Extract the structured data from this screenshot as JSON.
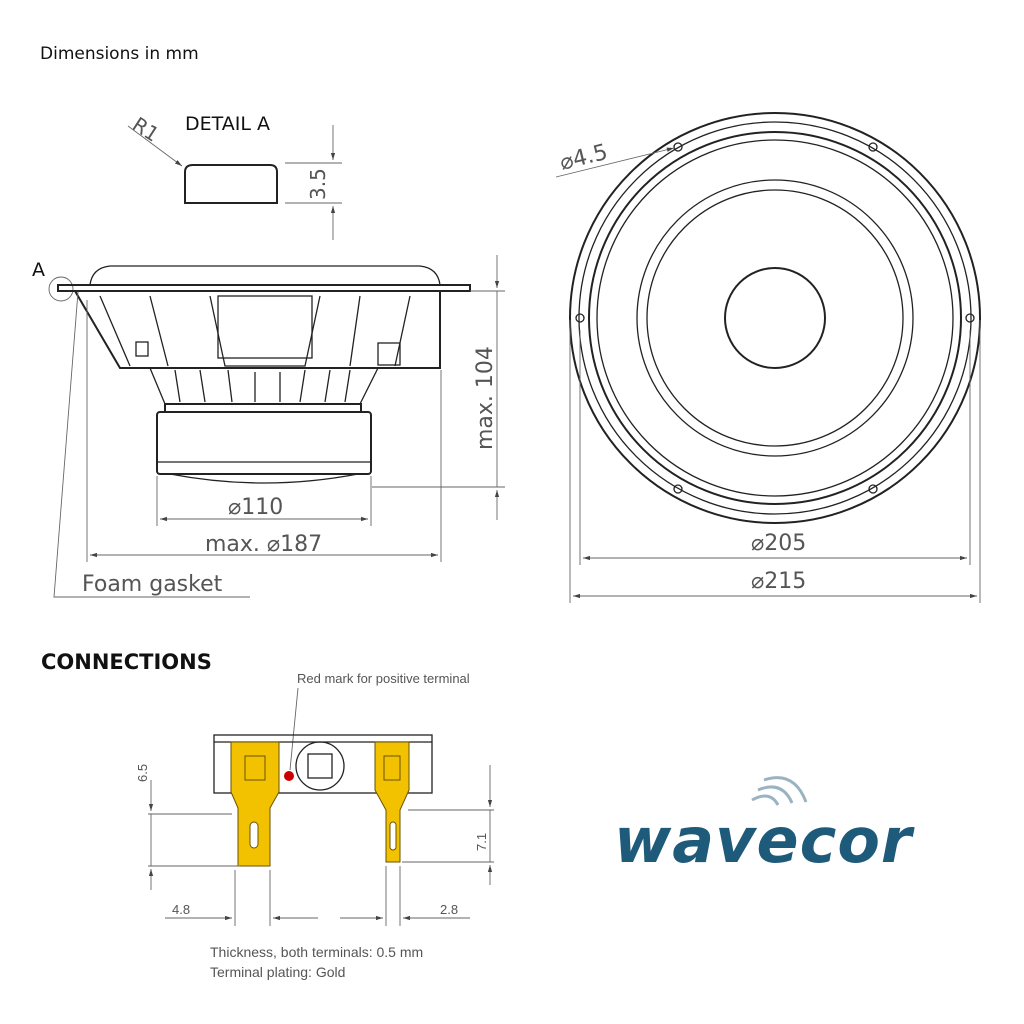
{
  "header": {
    "units_note": "Dimensions in mm"
  },
  "detail": {
    "title": "DETAIL A",
    "radius": "R1",
    "height": "3.5",
    "marker": "A"
  },
  "side_view": {
    "height": "max. 104",
    "magnet_diameter": "⌀110",
    "overall_diameter": "max. ⌀187",
    "gasket": "Foam gasket"
  },
  "front_view": {
    "hole_diameter": "⌀4.5",
    "inner_diameter": "⌀205",
    "outer_diameter": "⌀215"
  },
  "connections": {
    "title": "CONNECTIONS",
    "red_mark": "Red mark for positive terminal",
    "dim_left_height": "6.5",
    "dim_right_height": "7.1",
    "dim_left_width": "4.8",
    "dim_right_width": "2.8",
    "thickness_note": "Thickness, both terminals: 0.5 mm",
    "plating_note": "Terminal plating: Gold"
  },
  "brand": {
    "logo_text": "wavecor"
  },
  "colors": {
    "terminal": "#f2c200",
    "positive_mark": "#cc0000",
    "logo": "#1e5a7a"
  }
}
